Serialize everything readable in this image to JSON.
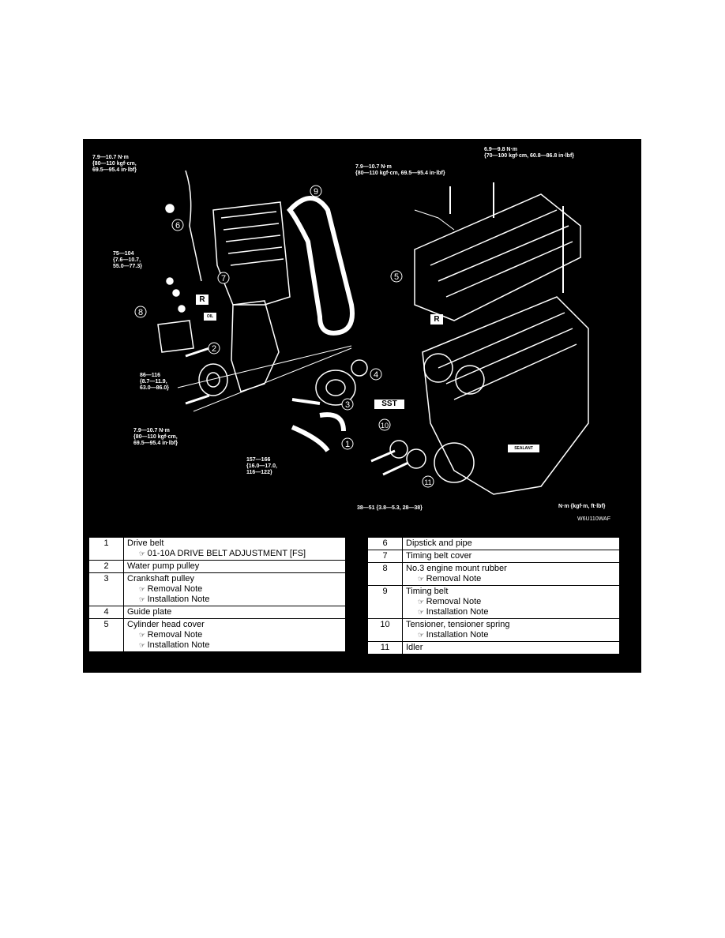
{
  "callouts": {
    "torque_tl": "7.9—10.7 N·m\n{80—110 kgf·cm,\n69.5—95.4 in·lbf}",
    "torque_75": "75—104\n{7.6—10.7,\n55.0—77.3}",
    "torque_86": "86—116\n{8.7—11.9,\n63.0—86.0}",
    "torque_bl": "7.9—10.7 N·m\n{80—110 kgf·cm,\n69.5—95.4 in·lbf}",
    "torque_157": "157—166\n{16.0—17.0,\n116—122}",
    "torque_tc": "7.9—10.7 N·m\n{80—110 kgf·cm, 69.5—95.4 in·lbf}",
    "torque_tr": "6.9—9.8 N·m\n{70—100 kgf·cm, 60.8—86.8 in·lbf}",
    "torque_38": "38—51 {3.8—5.3, 28—38}",
    "units": "N·m {kgf·m, ft·lbf}",
    "code": "W6U110WAF",
    "sst": "SST",
    "r1": "R",
    "r2": "R",
    "oil": "OIL",
    "sealant": "SEALANT"
  },
  "markers": [
    "1",
    "2",
    "3",
    "4",
    "5",
    "6",
    "7",
    "8",
    "9",
    "10",
    "11"
  ],
  "left_table": [
    {
      "num": "1",
      "name": "Drive belt",
      "notes": [
        "01-10A DRIVE BELT ADJUSTMENT [FS]"
      ]
    },
    {
      "num": "2",
      "name": "Water pump pulley",
      "notes": []
    },
    {
      "num": "3",
      "name": "Crankshaft pulley",
      "notes": [
        "Removal Note",
        "Installation Note"
      ]
    },
    {
      "num": "4",
      "name": "Guide plate",
      "notes": []
    },
    {
      "num": "5",
      "name": "Cylinder head cover",
      "notes": [
        "Removal Note",
        "Installation Note"
      ]
    }
  ],
  "right_table": [
    {
      "num": "6",
      "name": "Dipstick and pipe",
      "notes": []
    },
    {
      "num": "7",
      "name": "Timing belt cover",
      "notes": []
    },
    {
      "num": "8",
      "name": "No.3 engine mount rubber",
      "notes": [
        "Removal Note"
      ]
    },
    {
      "num": "9",
      "name": "Timing belt",
      "notes": [
        "Removal Note",
        "Installation Note"
      ]
    },
    {
      "num": "10",
      "name": "Tensioner, tensioner spring",
      "notes": [
        "Installation Note"
      ]
    },
    {
      "num": "11",
      "name": "Idler",
      "notes": []
    }
  ]
}
